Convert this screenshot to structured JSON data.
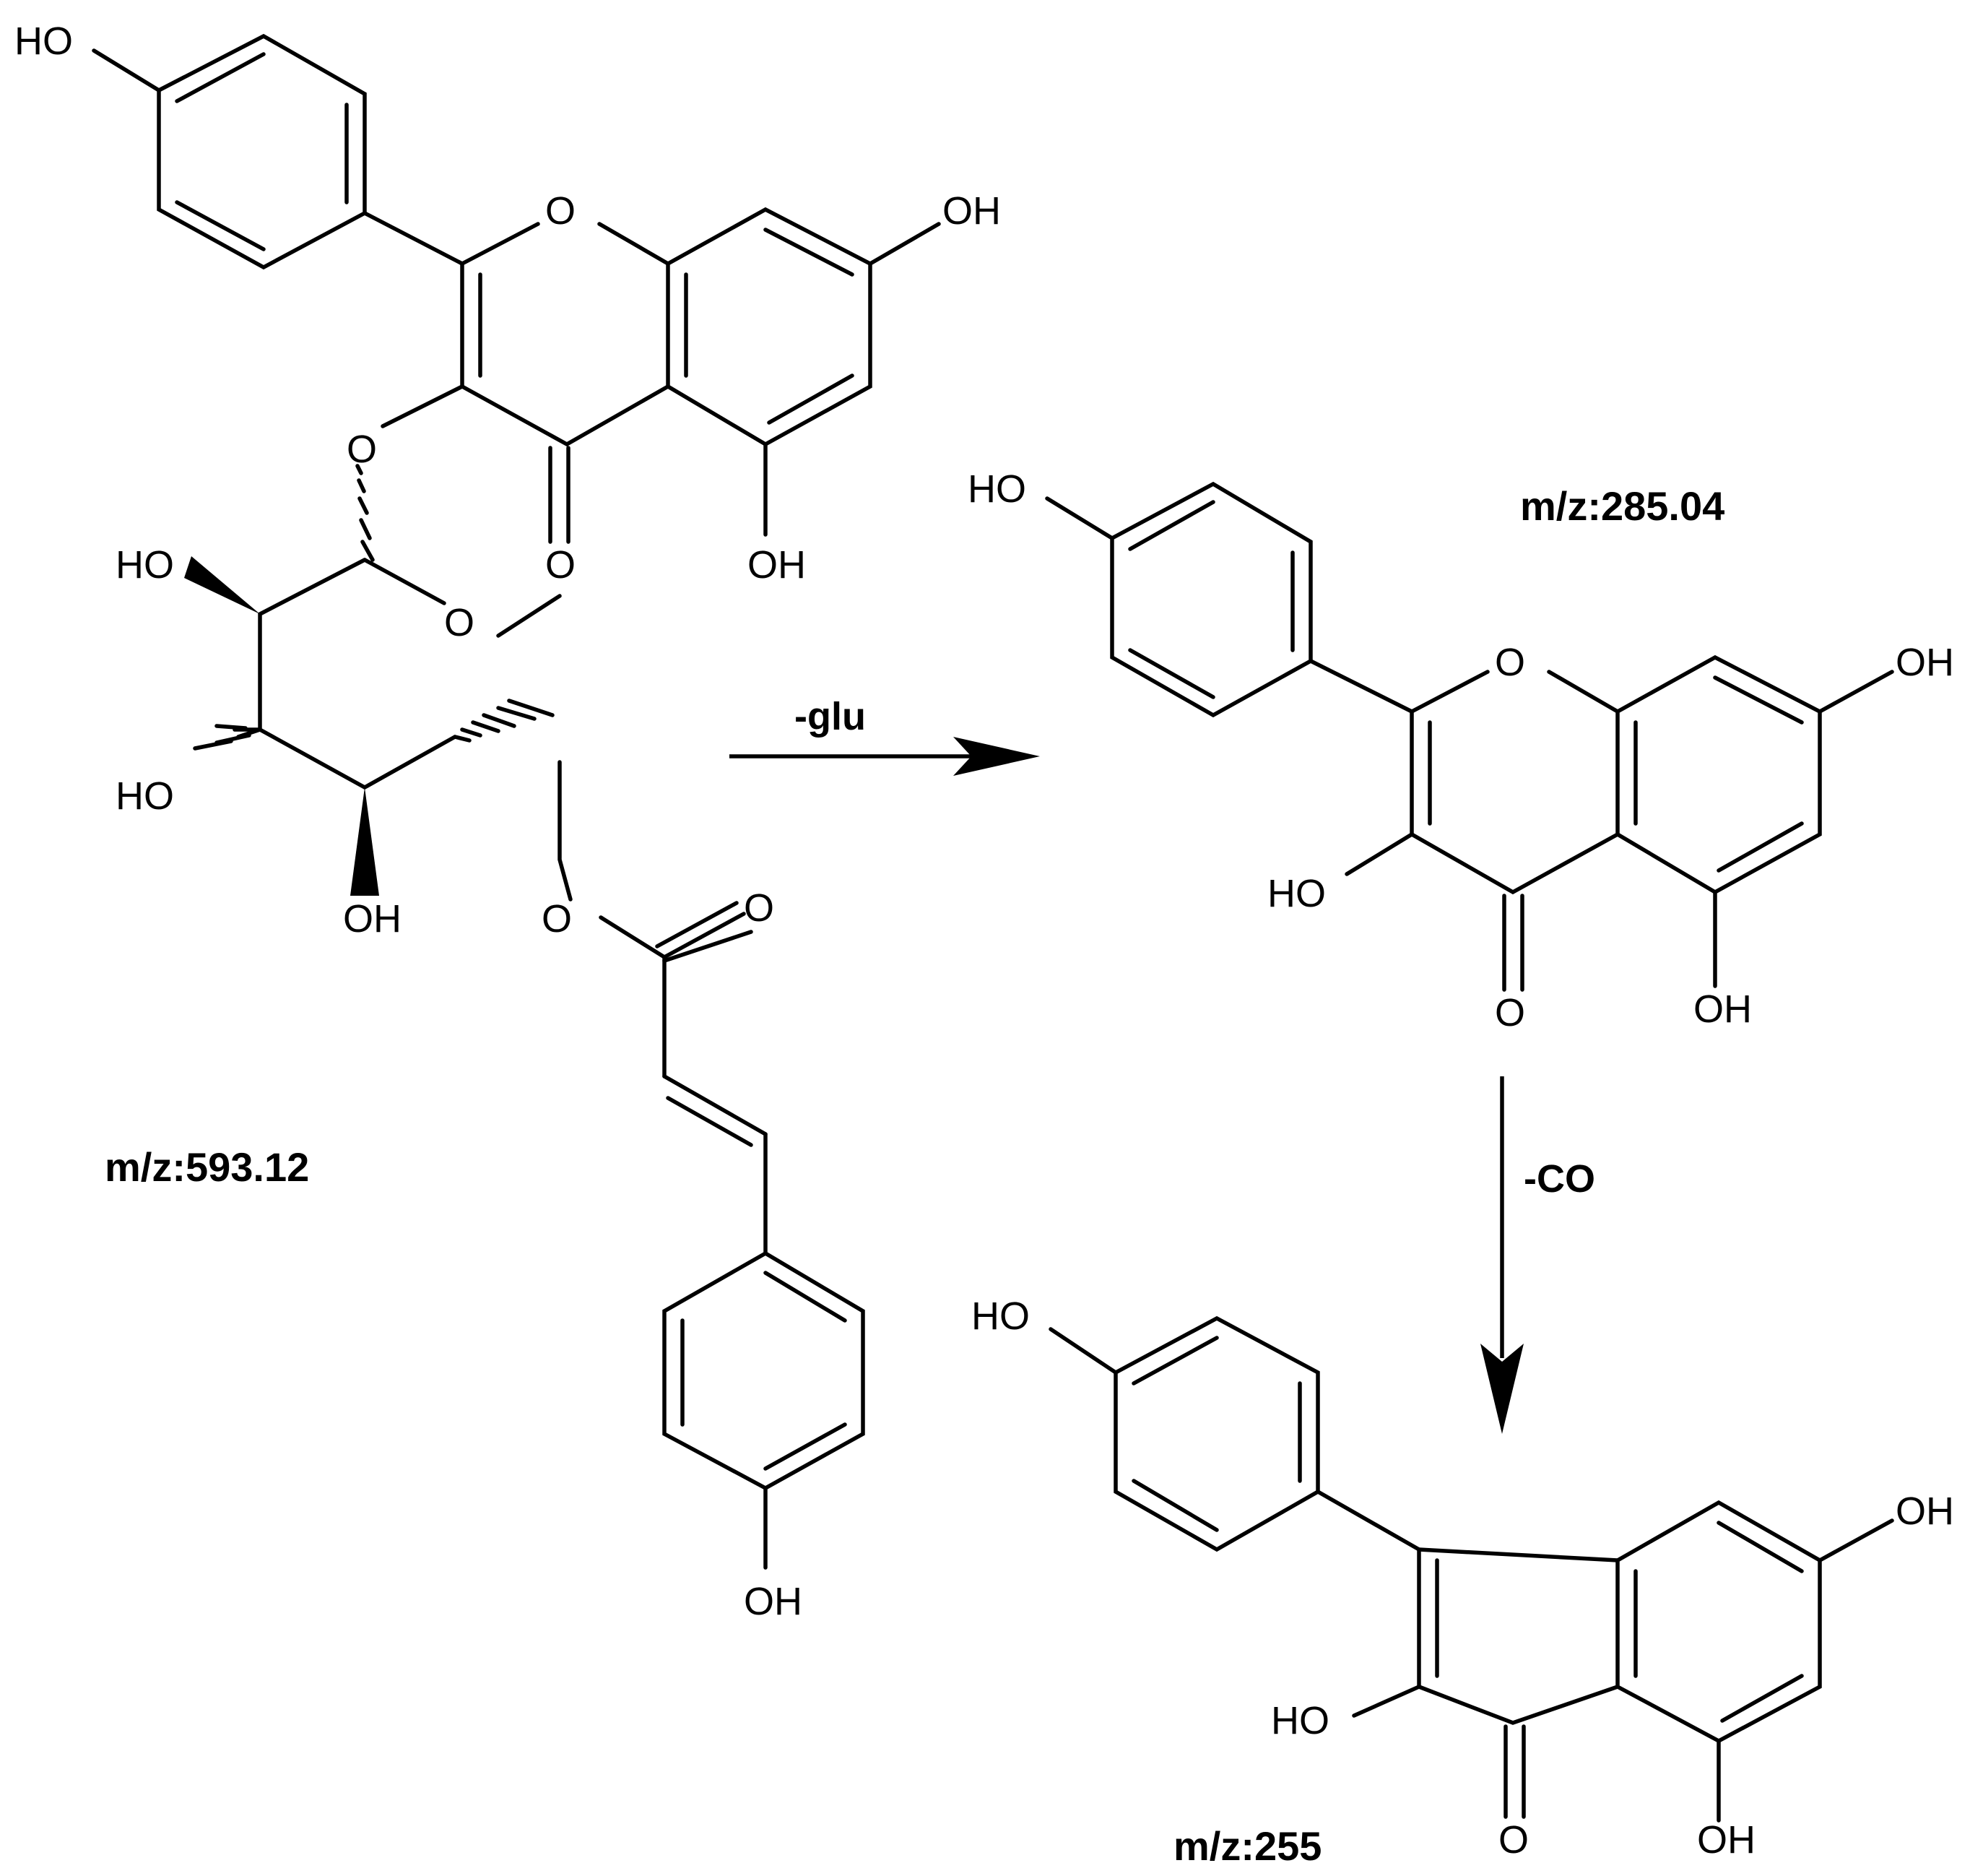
{
  "atoms": {
    "hydroxyl": "HO",
    "hydroxyl_right": "OH",
    "oxygen": "O"
  },
  "compounds": [
    {
      "mz_label": "m/z:593.12"
    },
    {
      "mz_label": "m/z:285.04"
    },
    {
      "mz_label": "m/z:255"
    }
  ],
  "steps": [
    {
      "label": "-glu"
    },
    {
      "label": "-CO"
    }
  ]
}
